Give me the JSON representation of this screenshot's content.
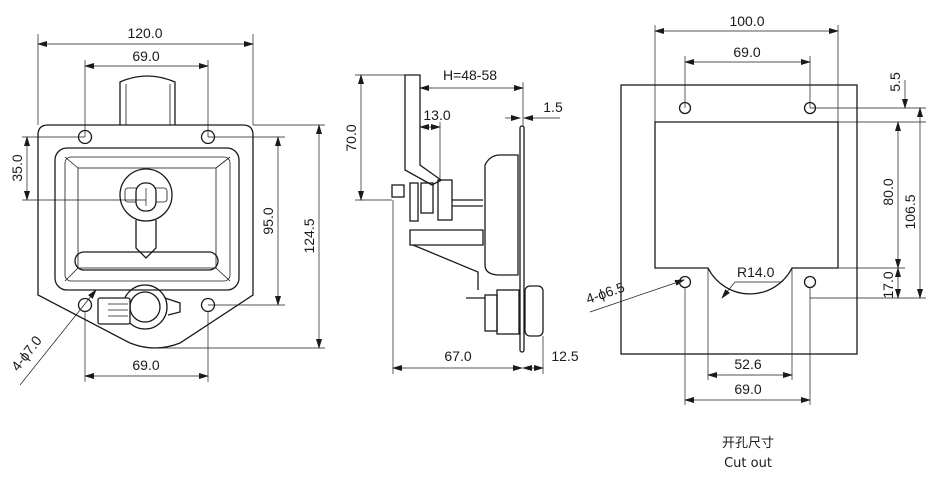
{
  "front_view": {
    "overall_width": "120.0",
    "top_hole_spacing": "69.0",
    "lock_offset": "35.0",
    "hole_vertical_spacing": "95.0",
    "overall_height": "124.5",
    "bottom_hole_spacing": "69.0",
    "hole_callout": "4-ϕ7.0"
  },
  "side_view": {
    "handle_height": "70.0",
    "grip_range": "H=48-58",
    "handle_offset": "13.0",
    "plate_thickness": "1.5",
    "depth": "67.0",
    "front_projection": "12.5"
  },
  "cutout_view": {
    "outer_width": "100.0",
    "hole_spacing_top": "69.0",
    "top_offset": "5.5",
    "opening_height": "80.0",
    "hole_vertical_spacing": "106.5",
    "bottom_offset": "17.0",
    "radius": "R14.0",
    "hole_callout": "4-ϕ6.5",
    "arc_chord": "52.6",
    "hole_spacing_bottom": "69.0",
    "caption_cn": "开孔尺寸",
    "caption_en": "Cut out"
  }
}
